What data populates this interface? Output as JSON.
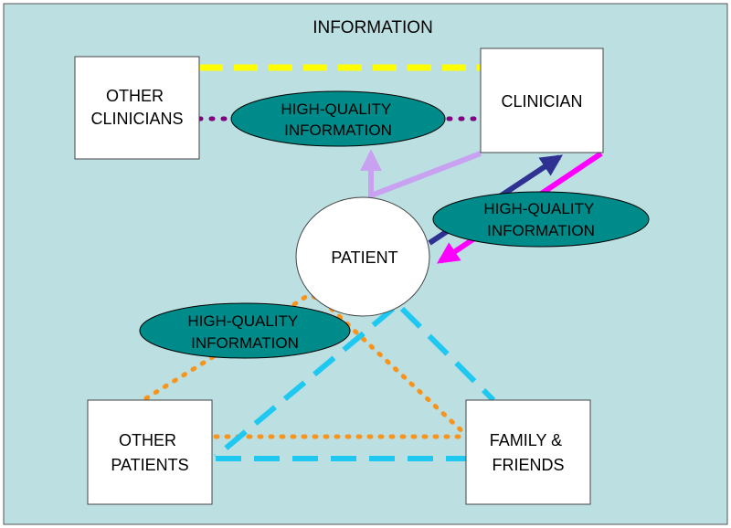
{
  "title": "INFORMATION",
  "colors": {
    "background": "#bce0e2",
    "box_fill": "#ffffff",
    "ellipse_fill": "#008b8b",
    "yellow_link": "#ffff00",
    "purple_link": "#800080",
    "lilac_arrow": "#c8a2f0",
    "navy_arrow": "#2e3192",
    "magenta_arrow": "#ff00ff",
    "orange_link": "#f7941d",
    "cyan_link": "#1ec8f0"
  },
  "nodes": {
    "other_clinicians": [
      "OTHER",
      "CLINICIANS"
    ],
    "clinician": [
      "CLINICIAN"
    ],
    "patient": [
      "PATIENT"
    ],
    "other_patients": [
      "OTHER",
      "PATIENTS"
    ],
    "family_friends": [
      "FAMILY &",
      "FRIENDS"
    ]
  },
  "labels": {
    "hq_top": [
      "HIGH-QUALITY",
      "INFORMATION"
    ],
    "hq_right": [
      "HIGH-QUALITY",
      "INFORMATION"
    ],
    "hq_left": [
      "HIGH-QUALITY",
      "INFORMATION"
    ]
  }
}
